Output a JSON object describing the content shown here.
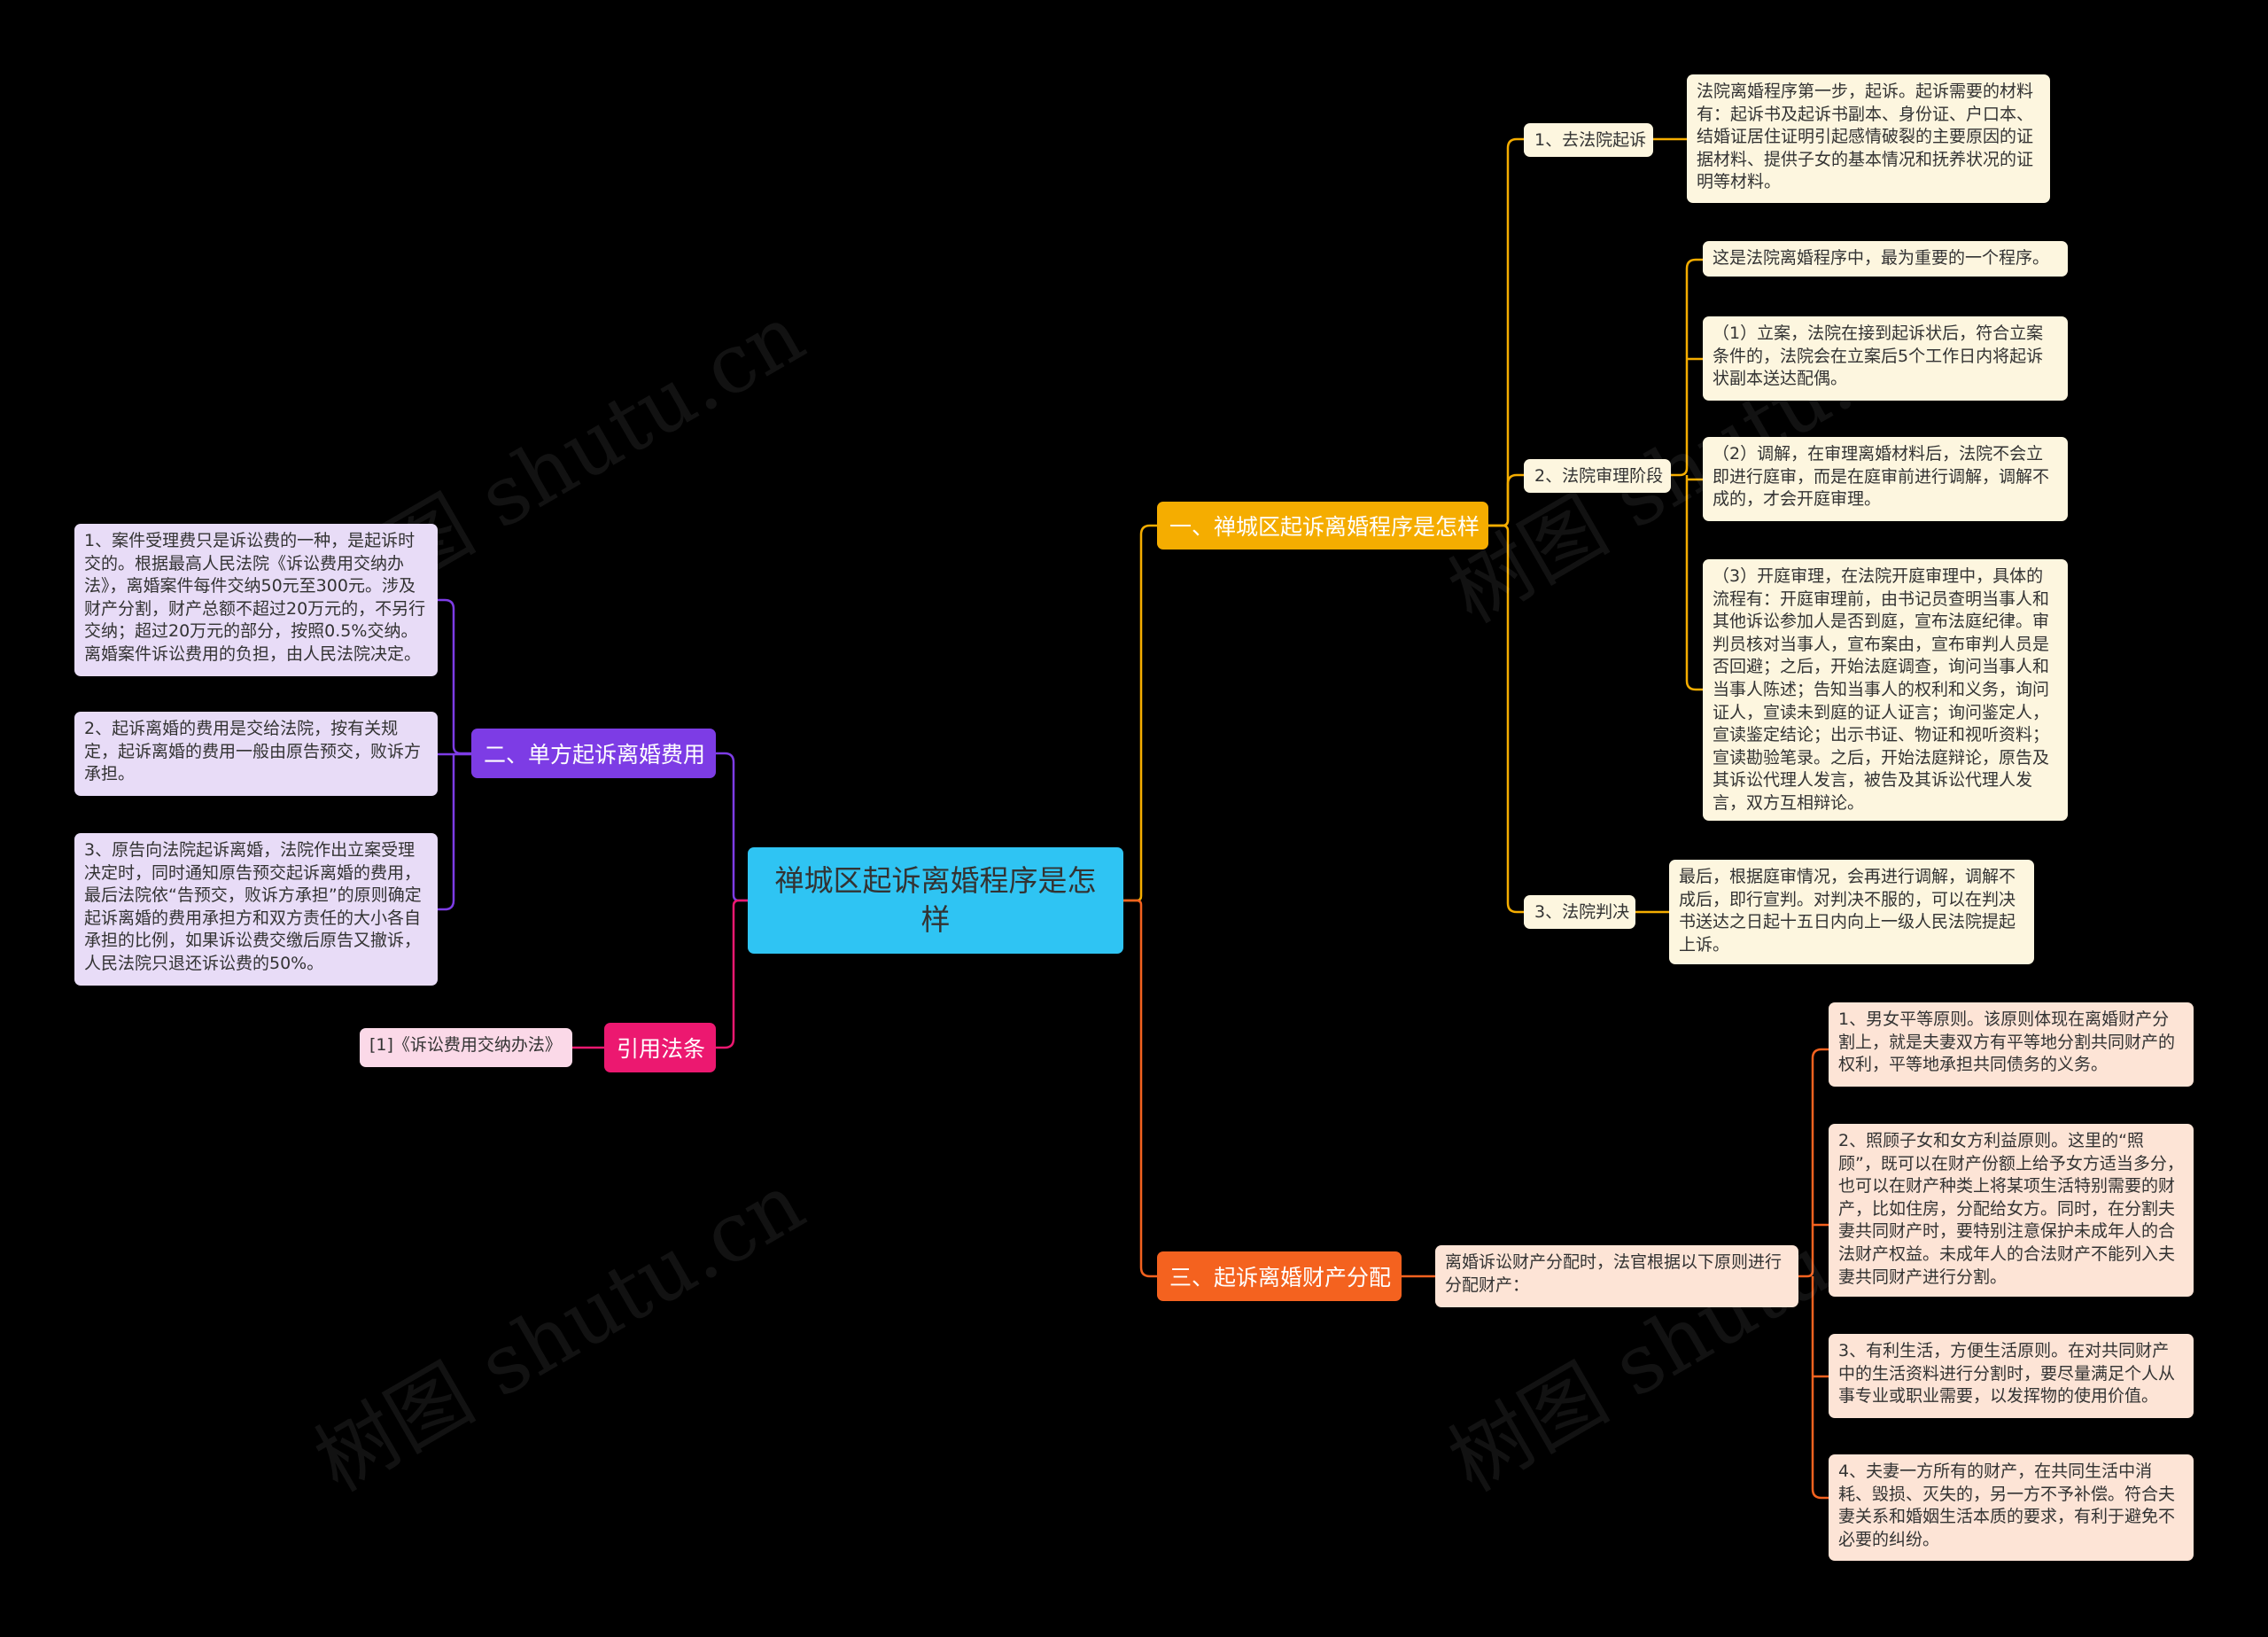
{
  "root": {
    "text": "禅城区起诉离婚程序是怎样"
  },
  "branches": {
    "b1": {
      "label": "一、禅城区起诉离婚程序是怎样",
      "color": "#f5ad00",
      "subs": {
        "s1": {
          "label": "1、去法院起诉",
          "leaves": [
            "法院离婚程序第一步，起诉。起诉需要的材料有：起诉书及起诉书副本、身份证、户口本、结婚证居住证明引起感情破裂的主要原因的证据材料、提供子女的基本情况和抚养状况的证明等材料。"
          ]
        },
        "s2": {
          "label": "2、法院审理阶段",
          "leaves": [
            "这是法院离婚程序中，最为重要的一个程序。",
            "（1）立案，法院在接到起诉状后，符合立案条件的，法院会在立案后5个工作日内将起诉状副本送达配偶。",
            "（2）调解，在审理离婚材料后，法院不会立即进行庭审，而是在庭审前进行调解，调解不成的，才会开庭审理。",
            "（3）开庭审理，在法院开庭审理中，具体的流程有：开庭审理前，由书记员查明当事人和其他诉讼参加人是否到庭，宣布法庭纪律。审判员核对当事人，宣布案由，宣布审判人员是否回避；之后，开始法庭调查，询问当事人和当事人陈述；告知当事人的权利和义务，询问证人，宣读未到庭的证人证言；询问鉴定人，宣读鉴定结论；出示书证、物证和视听资料；宣读勘验笔录。之后，开始法庭辩论，原告及其诉讼代理人发言，被告及其诉讼代理人发言，双方互相辩论。"
          ]
        },
        "s3": {
          "label": "3、法院判决",
          "leaves": [
            "最后，根据庭审情况，会再进行调解，调解不成后，即行宣判。对判决不服的，可以在判决书送达之日起十五日内向上一级人民法院提起上诉。"
          ]
        }
      }
    },
    "b3": {
      "label": "三、起诉离婚财产分配",
      "color": "#f4621f",
      "intro": "离婚诉讼财产分配时，法官根据以下原则进行分配财产：",
      "leaves": [
        "1、男女平等原则。该原则体现在离婚财产分割上，就是夫妻双方有平等地分割共同财产的权利，平等地承担共同债务的义务。",
        "2、照顾子女和女方利益原则。这里的“照顾”，既可以在财产份额上给予女方适当多分，也可以在财产种类上将某项生活特别需要的财产，比如住房，分配给女方。同时，在分割夫妻共同财产时，要特别注意保护未成年人的合法财产权益。未成年人的合法财产不能列入夫妻共同财产进行分割。",
        "3、有利生活，方便生活原则。在对共同财产中的生活资料进行分割时，要尽量满足个人从事专业或职业需要，以发挥物的使用价值。",
        "4、夫妻一方所有的财产，在共同生活中消耗、毁损、灭失的，另一方不予补偿。符合夫妻关系和婚姻生活本质的要求，有利于避免不必要的纠纷。"
      ]
    },
    "b2": {
      "label": "二、单方起诉离婚费用",
      "color": "#7d3ce5",
      "leaves": [
        "1、案件受理费只是诉讼费的一种，是起诉时交的。根据最高人民法院《诉讼费用交纳办法》，离婚案件每件交纳50元至300元。涉及财产分割，财产总额不超过20万元的，不另行交纳；超过20万元的部分，按照0.5%交纳。离婚案件诉讼费用的负担，由人民法院决定。",
        "2、起诉离婚的费用是交给法院，按有关规定，起诉离婚的费用一般由原告预交，败诉方承担。",
        "3、原告向法院起诉离婚，法院作出立案受理决定时，同时通知原告预交起诉离婚的费用，最后法院依“告预交，败诉方承担”的原则确定起诉离婚的费用承担方和双方责任的大小各自承担的比例，如果诉讼费交缴后原告又撤诉，人民法院只退还诉讼费的50%。"
      ]
    },
    "b4": {
      "label": "引用法条",
      "color": "#ec1870",
      "leaves": [
        "[1]《诉讼费用交纳办法》"
      ]
    }
  },
  "watermark": "树图 shutu.cn"
}
